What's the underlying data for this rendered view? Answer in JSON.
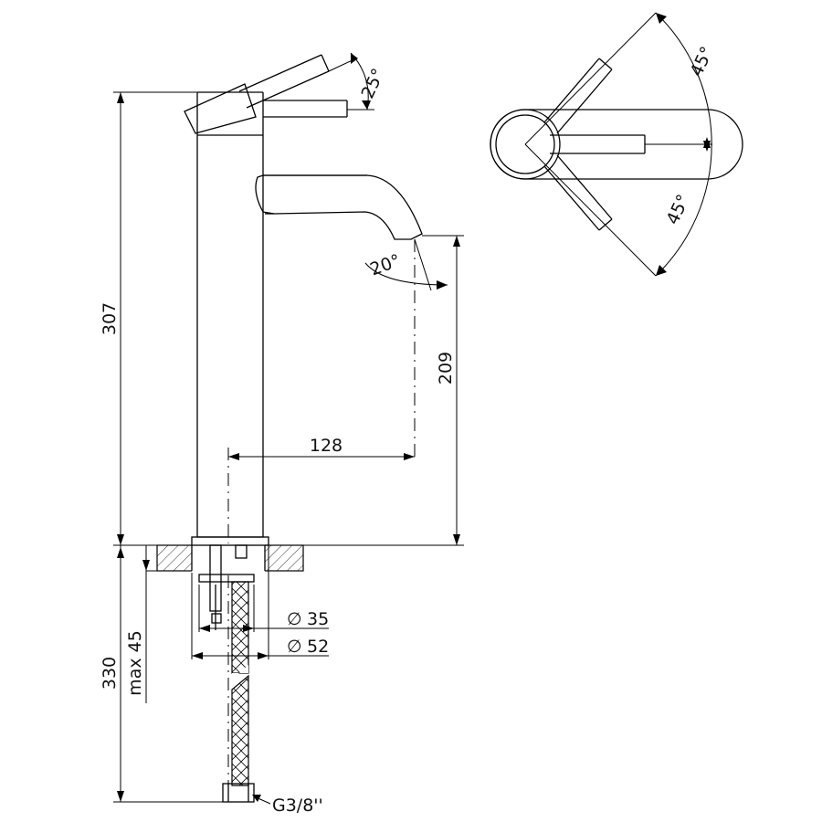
{
  "drawing": {
    "dimensions": {
      "total_height": "307",
      "spout_height": "209",
      "spout_reach": "128",
      "below_counter": "330",
      "max_counter_thickness": "max 45",
      "diameter_inner": "35",
      "diameter_base": "52",
      "connection": "G3/8''",
      "lever_tilt": "25°",
      "spout_angle": "20°",
      "lever_rotation_upper": "45°",
      "lever_rotation_lower": "45°",
      "diameter_symbol": "∅"
    }
  }
}
